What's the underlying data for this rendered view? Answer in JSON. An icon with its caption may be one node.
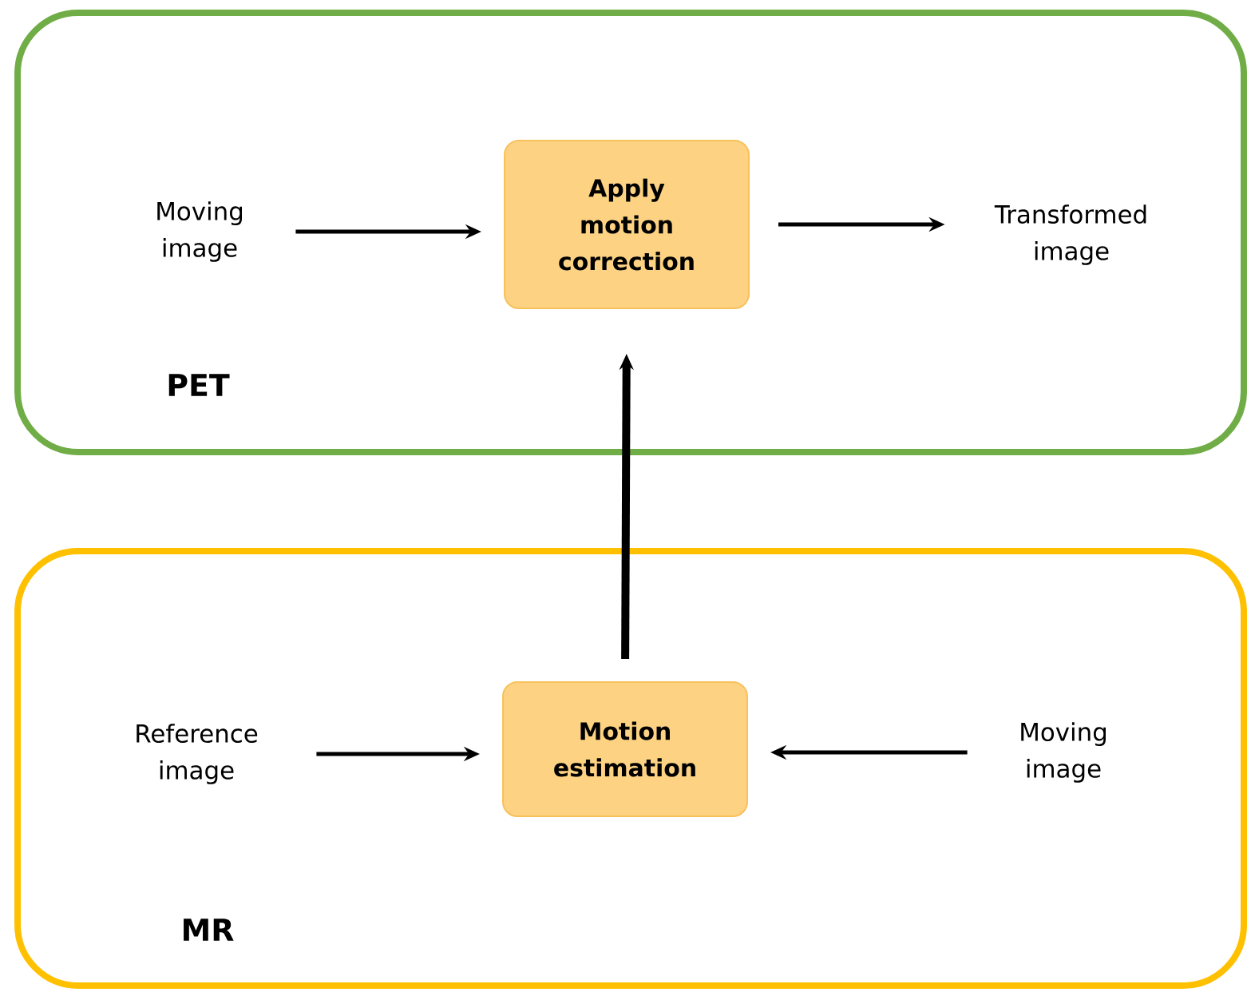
{
  "diagram": {
    "nodes": [
      {
        "text": [
          "PET"
        ]
      },
      {
        "text": [
          "Moving image"
        ],
        "in": 0
      },
      {
        "text": [
          "Apply motion correction"
        ],
        "in": 0
      },
      {
        "text": [
          "Transformed image"
        ],
        "in": 0
      },
      {
        "text": [
          "MR"
        ]
      },
      {
        "text": [
          "Reference image"
        ],
        "in": 4
      },
      {
        "text": [
          "Motion estimation"
        ],
        "in": 4
      },
      {
        "text": [
          "Moving image"
        ],
        "in": 4
      }
    ],
    "edges": [
      {
        "from": 1,
        "to": 2,
        "arrow": "to"
      },
      {
        "from": 2,
        "to": 3,
        "arrow": "to"
      },
      {
        "from": 6,
        "to": 2,
        "arrow": "to",
        "style": "thick"
      },
      {
        "from": 5,
        "to": 6,
        "arrow": "to"
      },
      {
        "from": 7,
        "to": 6,
        "arrow": "to"
      }
    ]
  }
}
